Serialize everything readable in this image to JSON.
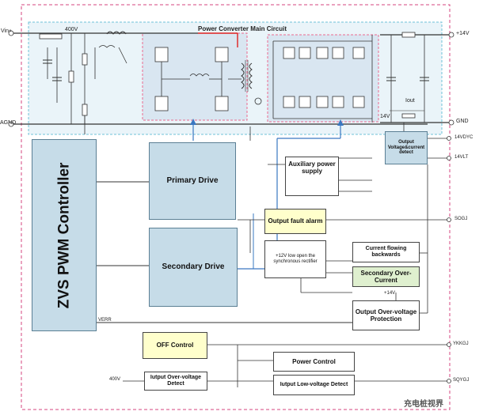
{
  "main_circuit": {
    "title": "Power Converter Main Circuit"
  },
  "ports": {
    "vin": "Vin+",
    "agnd": "AGND",
    "out14v": "+14V",
    "gnd": "GND",
    "v14vdyc": "14VDYC",
    "v14vlt": "14VLT",
    "sogj": "SOGJ",
    "ykkgj": "YKKGJ",
    "sqygj": "SQYGJ",
    "v400": "400V",
    "verr": "VERR",
    "v400_in": "400V"
  },
  "blocks": {
    "zvs": "ZVS PWM Controller",
    "primary_drive": "Primary Drive",
    "secondary_drive": "Secondary Drive",
    "aux_supply": "Auxiliary power supply",
    "output_fault": "Output fault alarm",
    "sync_rect": "+12V low open the synchronous rectifier",
    "current_back": "Current flowing backwards",
    "sec_overcurrent": "Secondary Over-Current",
    "output_ov": "Output Over-voltage Protection",
    "output_detect": "Output Voltage&current detect",
    "off_control": "OFF Control",
    "power_control": "Power Control",
    "input_ov": "Iutput Over-voltage Detect",
    "input_lv": "Iutput Low-voltage Detect"
  },
  "small_labels": {
    "v14v": "14V",
    "iout": "Iout",
    "plus14v": "+14V"
  },
  "watermark": "充电桩视界"
}
